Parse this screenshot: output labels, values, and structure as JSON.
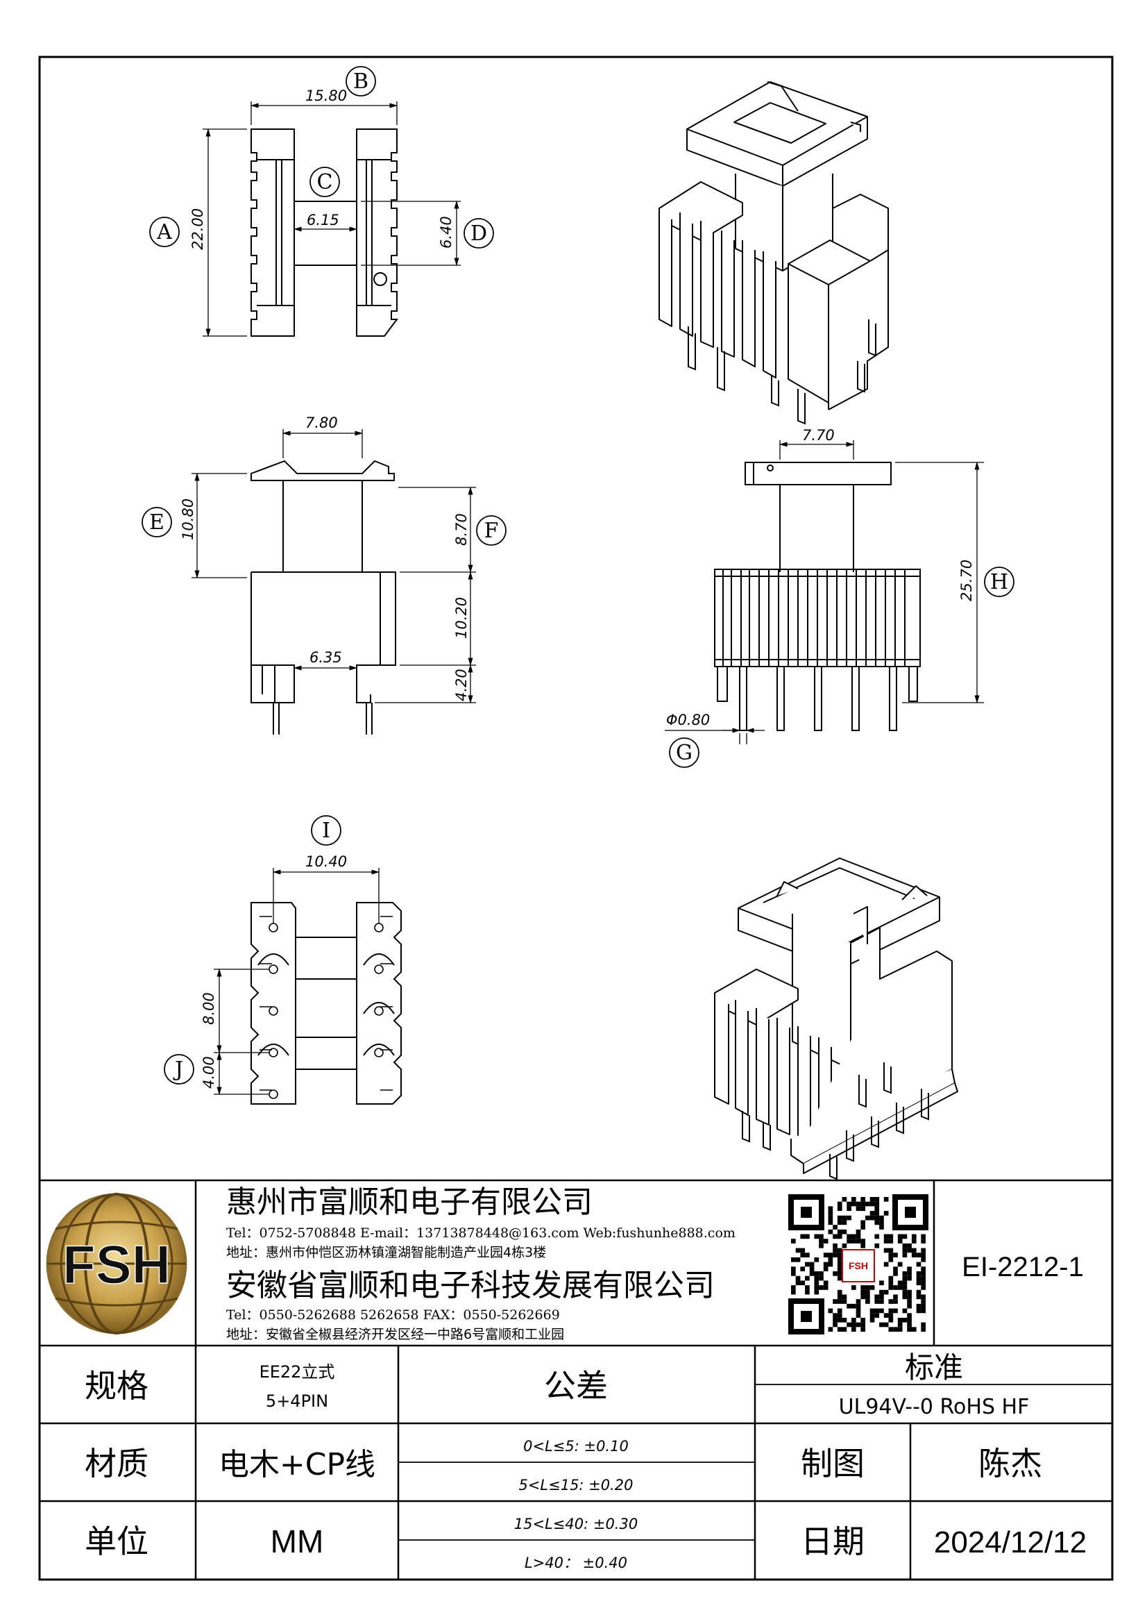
{
  "views": {
    "top": {
      "width_label": "B",
      "width_value": "15.80",
      "inner_label": "C",
      "inner_value": "6.15",
      "height_label": "A",
      "height_value": "22.00",
      "gap_label": "D",
      "gap_value": "6.40"
    },
    "front": {
      "top_value": "7.80",
      "upper_label": "E",
      "upper_value": "10.80",
      "flange_label": "F",
      "flange_value": "8.70",
      "body_value": "10.20",
      "pin_value": "4.20",
      "inner_value": "6.35"
    },
    "side": {
      "top_value": "7.70",
      "height_label": "H",
      "height_value": "25.70",
      "pin_label": "G",
      "pin_value": "Φ0.80"
    },
    "bottom": {
      "width_label": "I",
      "width_value": "10.40",
      "pitch_value": "8.00",
      "pitch_small_label": "J",
      "pitch_small_value": "4.00"
    }
  },
  "titleblock": {
    "company1": "惠州市富顺和电子有限公司",
    "contact1": "Tel：0752-5708848   E-mail：13713878448@163.com   Web:fushunhe888.com",
    "address1": "地址：惠州市仲恺区沥林镇潼湖智能制造产业园4栋3楼",
    "company2": "安徽省富顺和电子科技发展有限公司",
    "contact2": "Tel：0550-5262688  5262658      FAX：0550-5262669",
    "address2": "地址：安徽省全椒县经济开发区经一中路6号富顺和工业园",
    "logo_text": "FSH",
    "qr_badge": "FSH",
    "part_number": "EI-2212-1"
  },
  "spec_table": {
    "spec_label": "规格",
    "spec_value_1": "EE22立式",
    "spec_value_2": "5+4PIN",
    "tolerance_label": "公差",
    "standard_label": "标准",
    "standard_value": "UL94V--0   RoHS  HF",
    "material_label": "材质",
    "material_value": "电木+CP线",
    "tol_1": "0<L≤5: ±0.10",
    "tol_2": "5<L≤15: ±0.20",
    "tol_3": "15<L≤40: ±0.30",
    "tol_4": "L>40：  ±0.40",
    "drawer_label": "制图",
    "drawer_value": "陈杰",
    "unit_label": "单位",
    "unit_value": "MM",
    "date_label": "日期",
    "date_value": "2024/12/12"
  },
  "colors": {
    "ink": "#000000",
    "logo_gold": "#b8923a",
    "logo_dark": "#111111"
  }
}
